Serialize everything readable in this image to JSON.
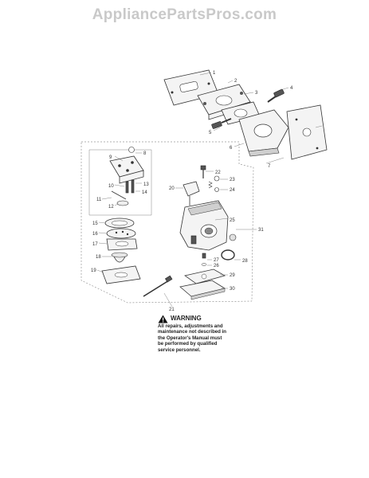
{
  "watermark": "AppliancePartsPros.com",
  "warning": {
    "title": "WARNING",
    "lines": [
      "All repairs, adjustments and",
      "maintenance not described in",
      "the Operator's Manual must",
      "be performed by qualified",
      "service personnel."
    ]
  },
  "part_labels": [
    "1",
    "2",
    "3",
    "4",
    "5",
    "6",
    "7",
    "8",
    "9",
    "10",
    "11",
    "12",
    "13",
    "14",
    "15",
    "16",
    "17",
    "18",
    "19",
    "20",
    "21",
    "22",
    "23",
    "24",
    "25",
    "26",
    "27",
    "28",
    "29",
    "30",
    "31"
  ],
  "icons": {
    "warning": "warning-triangle-icon"
  }
}
